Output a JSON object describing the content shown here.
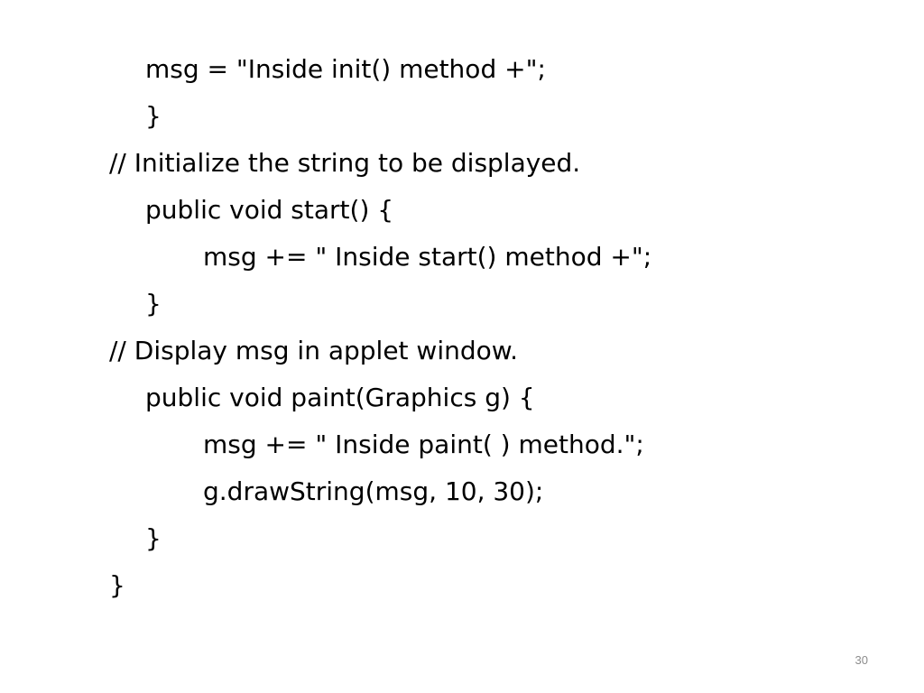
{
  "code": {
    "lines": [
      "msg = \"Inside init() method +\";",
      "}",
      "// Initialize the string to be displayed.",
      "public void start() {",
      "msg += \" Inside start() method +\";",
      "}",
      "// Display msg in applet window.",
      "public void paint(Graphics g) {",
      "msg += \" Inside paint( ) method.\";",
      "g.drawString(msg, 10, 30);",
      "}",
      "}"
    ]
  },
  "footer": {
    "slide_number": "30"
  }
}
